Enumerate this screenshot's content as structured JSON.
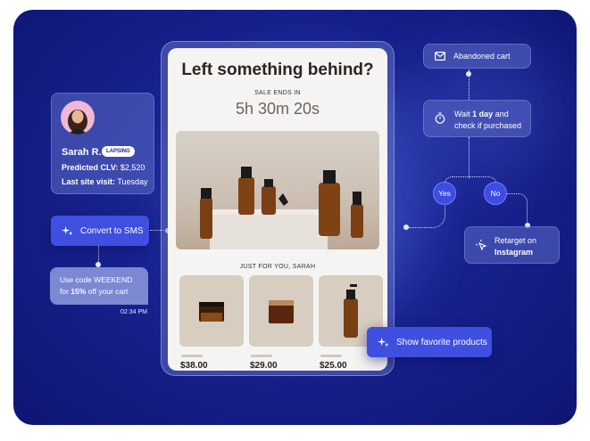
{
  "email": {
    "title": "Left something behind?",
    "sale_label": "SALE ENDS IN",
    "countdown": "5h 30m 20s",
    "section_label": "JUST FOR YOU, SARAH",
    "products": [
      {
        "price": "$38.00"
      },
      {
        "price": "$29.00"
      },
      {
        "price": "$25.00"
      }
    ]
  },
  "profile": {
    "name": "Sarah R.",
    "badge": "LAPSING",
    "clv_label": "Predicted CLV:",
    "clv_value": "$2,520",
    "visit_label": "Last site visit:",
    "visit_value": "Tuesday"
  },
  "actions": {
    "convert_sms": "Convert to SMS",
    "show_favorites": "Show favorite products"
  },
  "sms": {
    "line1": "Use code WEEKEND",
    "line2_pre": "for ",
    "line2_bold": "15%",
    "line2_post": " off your cart",
    "time": "02:34 PM"
  },
  "flow": {
    "trigger": "Abandoned cart",
    "wait_pre": "Wait ",
    "wait_bold": "1 day",
    "wait_post": " and",
    "wait_line2": "check if purchased",
    "yes": "Yes",
    "no": "No",
    "retarget_line1": "Retarget on",
    "retarget_line2": "Instagram"
  },
  "colors": {
    "background": "#18228f",
    "accent_button": "#3f4fe0",
    "card": "#5c6cc8"
  },
  "icons": [
    "sparkle-icon",
    "mail-icon",
    "stopwatch-icon",
    "cursor-click-icon"
  ]
}
